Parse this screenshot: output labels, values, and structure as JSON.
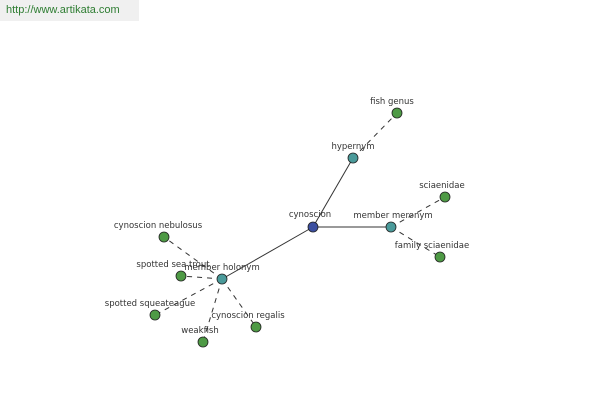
{
  "watermark": "http://www.artikata.com",
  "colors": {
    "center": "#3b4fa0",
    "relation": "#4a9a9a",
    "leaf": "#4e9a45",
    "edge": "#333333"
  },
  "nodes": [
    {
      "id": "cynoscion",
      "label": "cynoscion",
      "kind": "center"
    },
    {
      "id": "hypernym",
      "label": "hypernym",
      "kind": "relation"
    },
    {
      "id": "fish-genus",
      "label": "fish genus",
      "kind": "leaf"
    },
    {
      "id": "member-meronym",
      "label": "member meronym",
      "kind": "relation"
    },
    {
      "id": "sciaenidae",
      "label": "sciaenidae",
      "kind": "leaf"
    },
    {
      "id": "family-sciaenidae",
      "label": "family sciaenidae",
      "kind": "leaf"
    },
    {
      "id": "member-holonym",
      "label": "member holonym",
      "kind": "relation"
    },
    {
      "id": "cynoscion-nebulosus",
      "label": "cynoscion nebulosus",
      "kind": "leaf"
    },
    {
      "id": "spotted-sea-trout",
      "label": "spotted sea trout",
      "kind": "leaf"
    },
    {
      "id": "spotted-squeateague",
      "label": "spotted squeateague",
      "kind": "leaf"
    },
    {
      "id": "weakfish",
      "label": "weakfish",
      "kind": "leaf"
    },
    {
      "id": "cynoscion-regalis",
      "label": "cynoscion regalis",
      "kind": "leaf"
    }
  ],
  "edges": [
    {
      "from": "cynoscion",
      "to": "hypernym",
      "style": "solid"
    },
    {
      "from": "hypernym",
      "to": "fish-genus",
      "style": "dashed"
    },
    {
      "from": "cynoscion",
      "to": "member-meronym",
      "style": "solid"
    },
    {
      "from": "member-meronym",
      "to": "sciaenidae",
      "style": "dashed"
    },
    {
      "from": "member-meronym",
      "to": "family-sciaenidae",
      "style": "dashed"
    },
    {
      "from": "cynoscion",
      "to": "member-holonym",
      "style": "solid"
    },
    {
      "from": "member-holonym",
      "to": "cynoscion-nebulosus",
      "style": "dashed"
    },
    {
      "from": "member-holonym",
      "to": "spotted-sea-trout",
      "style": "dashed"
    },
    {
      "from": "member-holonym",
      "to": "spotted-squeateague",
      "style": "dashed"
    },
    {
      "from": "member-holonym",
      "to": "weakfish",
      "style": "dashed"
    },
    {
      "from": "member-holonym",
      "to": "cynoscion-regalis",
      "style": "dashed"
    }
  ]
}
